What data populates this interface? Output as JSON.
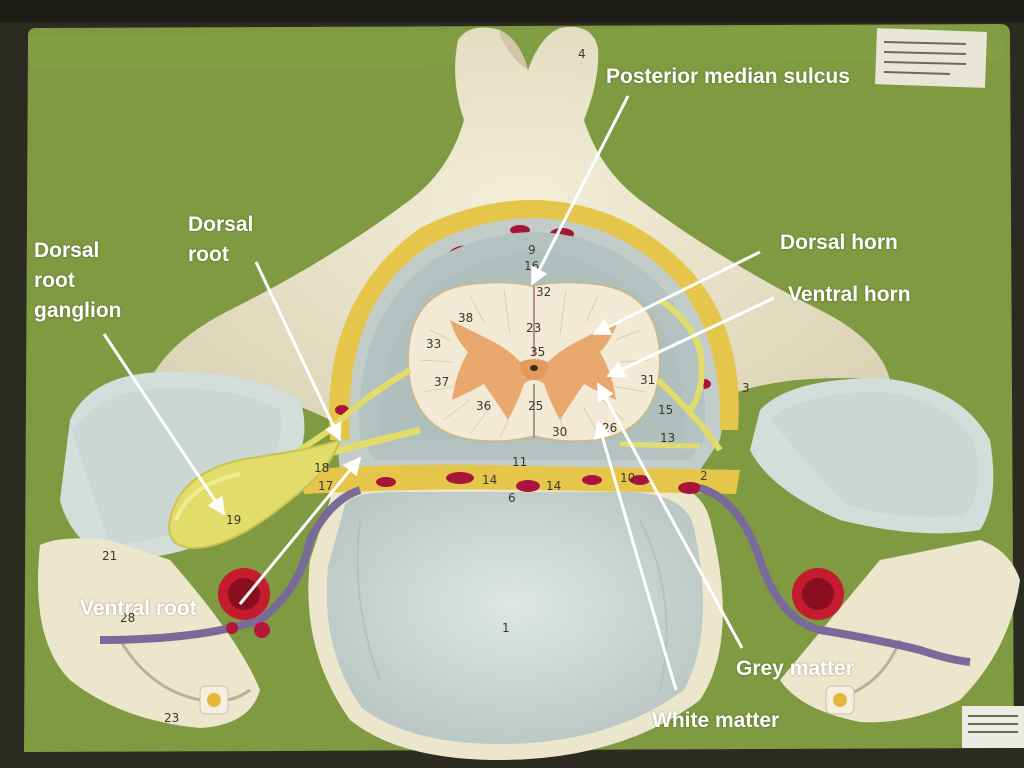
{
  "labels": {
    "posterior_median_sulcus": "Posterior median sulcus",
    "dorsal_root": "Dorsal\nroot",
    "dorsal_root_ganglion": "Dorsal\nroot\nganglion",
    "dorsal_horn": "Dorsal horn",
    "ventral_horn": "Ventral horn",
    "ventral_root": "Ventral root",
    "grey_matter": "Grey matter",
    "white_matter": "White matter"
  },
  "model_numbers": [
    "4",
    "9",
    "16",
    "32",
    "38",
    "23",
    "33",
    "35",
    "37",
    "36",
    "25",
    "30",
    "26",
    "31",
    "15",
    "13",
    "18",
    "17",
    "19",
    "21",
    "28",
    "11",
    "14",
    "14",
    "10",
    "6",
    "1",
    "23",
    "3",
    "2"
  ],
  "colors": {
    "board": "#7f9a40",
    "bone": "#ece6cc",
    "white_matter": "#f3ead6",
    "grey_matter": "#e8a86e",
    "fat": "#e6c64a",
    "ganglion": "#e2dc6a",
    "vessel": "#b6163a",
    "membrane": "#b8c7c4",
    "disc": "#c9d4d3",
    "label_text": "#ffffff"
  },
  "icons": [
    "arrow-pointer"
  ]
}
